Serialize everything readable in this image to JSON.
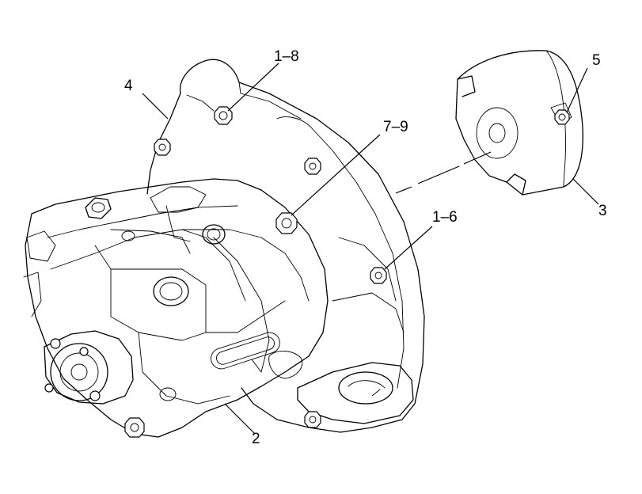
{
  "callouts": {
    "c1_8": "1–8",
    "c4": "4",
    "c5": "5",
    "c7_9": "7–9",
    "c1_6": "1–6",
    "c3": "3",
    "c2": "2"
  }
}
